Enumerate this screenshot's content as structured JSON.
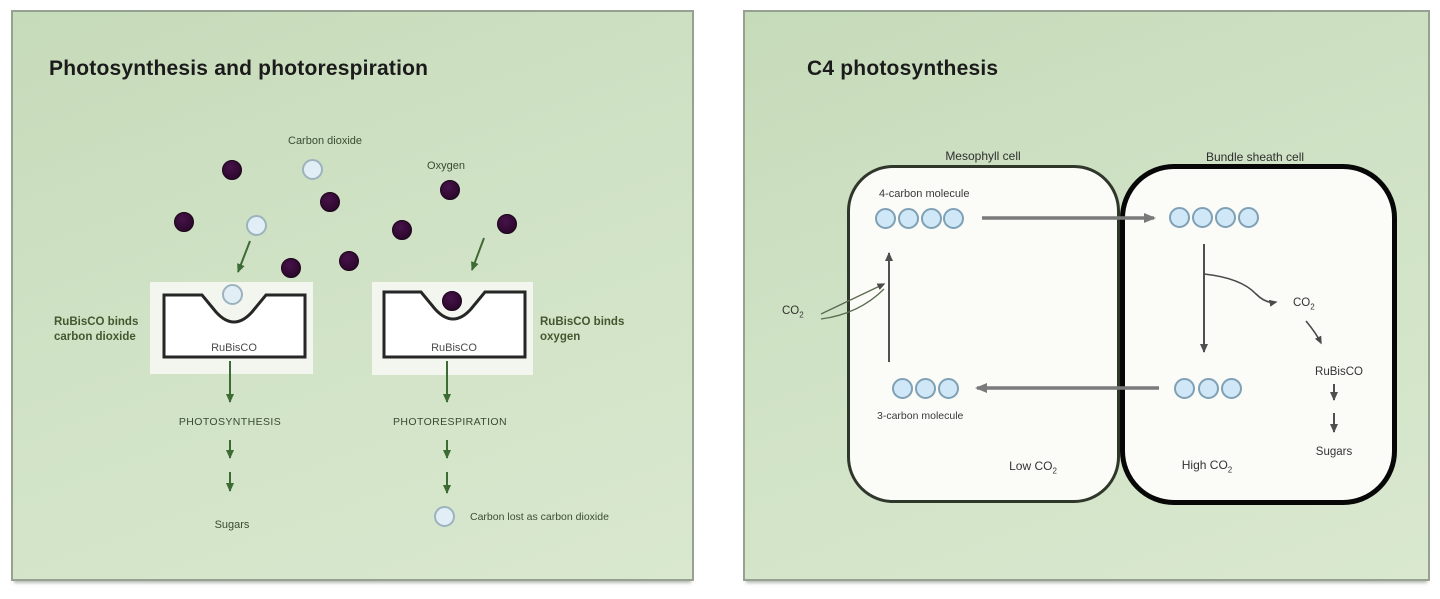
{
  "left_panel": {
    "title": "Photosynthesis and photorespiration",
    "labels": {
      "carbon_dioxide": "Carbon dioxide",
      "oxygen": "Oxygen"
    },
    "rubisco_co2": {
      "line1": "RuBisCO binds",
      "line2": "carbon dioxide",
      "enzyme": "RuBisCO"
    },
    "rubisco_o2": {
      "line1": "RuBisCO binds",
      "line2": "oxygen",
      "enzyme": "RuBisCO"
    },
    "pathways": {
      "photosynthesis": {
        "process": "PHOTOSYNTHESIS",
        "result": "Sugars"
      },
      "photorespiration": {
        "process": "PHOTORESPIRATION",
        "result": "Carbon lost as carbon dioxide"
      }
    },
    "molecule_counts": {
      "oxygen_dots": 9,
      "carbon_dioxide_circles": 4
    },
    "colors": {
      "panel_bg": "#d0e2c5",
      "panel_border": "#97a191",
      "oxygen_dot": "#330b30",
      "co2_circle_fill": "#e2eef6",
      "co2_circle_border": "#9cb3be",
      "arrow_green": "#3c6b33",
      "label_text": "#3a4c31",
      "title_text": "#1b1b1b",
      "enzyme_box_fill": "#ffffff",
      "enzyme_box_border": "#262626"
    }
  },
  "right_panel": {
    "title": "C4 photosynthesis",
    "mesophyll": {
      "label": "Mesophyll cell",
      "four_carbon_label": "4-carbon molecule",
      "three_carbon_label": "3-carbon molecule",
      "four_carbon_count": 4,
      "three_carbon_count": 3,
      "low_co2": {
        "base": "Low CO",
        "sub": "2"
      }
    },
    "co2_in": {
      "base": "CO",
      "sub": "2"
    },
    "bundle_sheath": {
      "label": "Bundle sheath cell",
      "four_carbon_count": 4,
      "three_carbon_count": 3,
      "co2": {
        "base": "CO",
        "sub": "2"
      },
      "rubisco_label": "RuBisCO",
      "sugars_label": "Sugars",
      "high_co2": {
        "base": "High CO",
        "sub": "2"
      }
    },
    "colors": {
      "molecule_fill": "#cfe7f7",
      "molecule_border": "#7fa0b5",
      "cell_fill": "#fbfcf8",
      "mesophyll_border": "#2f362a",
      "bundle_border": "#070707",
      "arrow_gray": "#7a7a7a",
      "text": "#3a3a3a"
    }
  }
}
